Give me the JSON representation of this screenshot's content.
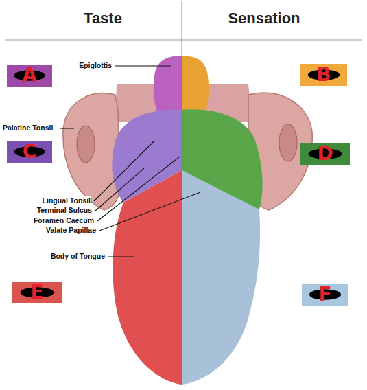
{
  "diagram": {
    "nodes": [
      {
        "text": [
          "A"
        ]
      },
      {
        "text": [
          "B"
        ]
      },
      {
        "text": [
          "C"
        ]
      },
      {
        "text": [
          "D"
        ]
      },
      {
        "text": [
          "E"
        ]
      },
      {
        "text": [
          "F"
        ]
      }
    ],
    "labels": [
      "Taste",
      "Sensation",
      "Epiglottis",
      "Palatine Tonsil",
      "Lingual Tonsil",
      "Terminal Sulcus",
      "Foramen Caecum",
      "Valate Papillae",
      "Body of Tongue"
    ]
  }
}
